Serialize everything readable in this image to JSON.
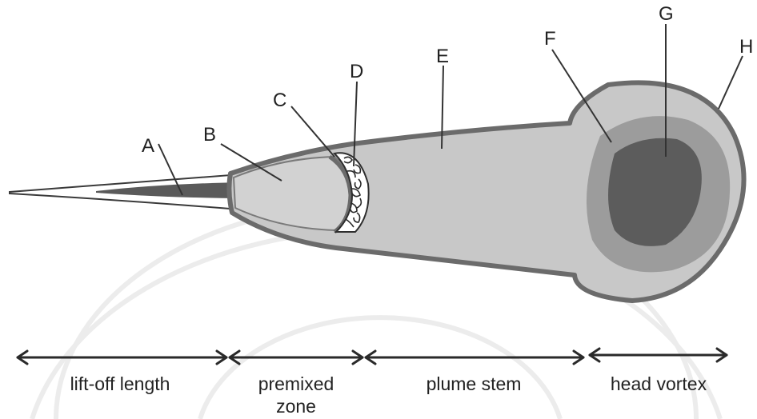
{
  "diagram": {
    "parts": [
      {
        "letter": "A"
      },
      {
        "letter": "B"
      },
      {
        "letter": "C"
      },
      {
        "letter": "D"
      },
      {
        "letter": "E"
      },
      {
        "letter": "F"
      },
      {
        "letter": "G"
      },
      {
        "letter": "H"
      }
    ],
    "zones": [
      {
        "line1": "lift-off length",
        "line2": ""
      },
      {
        "line1": "premixed",
        "line2": "zone"
      },
      {
        "line1": "plume stem",
        "line2": ""
      },
      {
        "line1": "head vortex",
        "line2": ""
      }
    ]
  },
  "colors": {
    "outline": "#6b6b6b",
    "plume_fill": "#c8c8c8",
    "liquid_core": "#5a5a5a",
    "ring_f": "#9c9c9c",
    "core_g": "#5c5c5c",
    "watermark": "#eeeeee"
  }
}
